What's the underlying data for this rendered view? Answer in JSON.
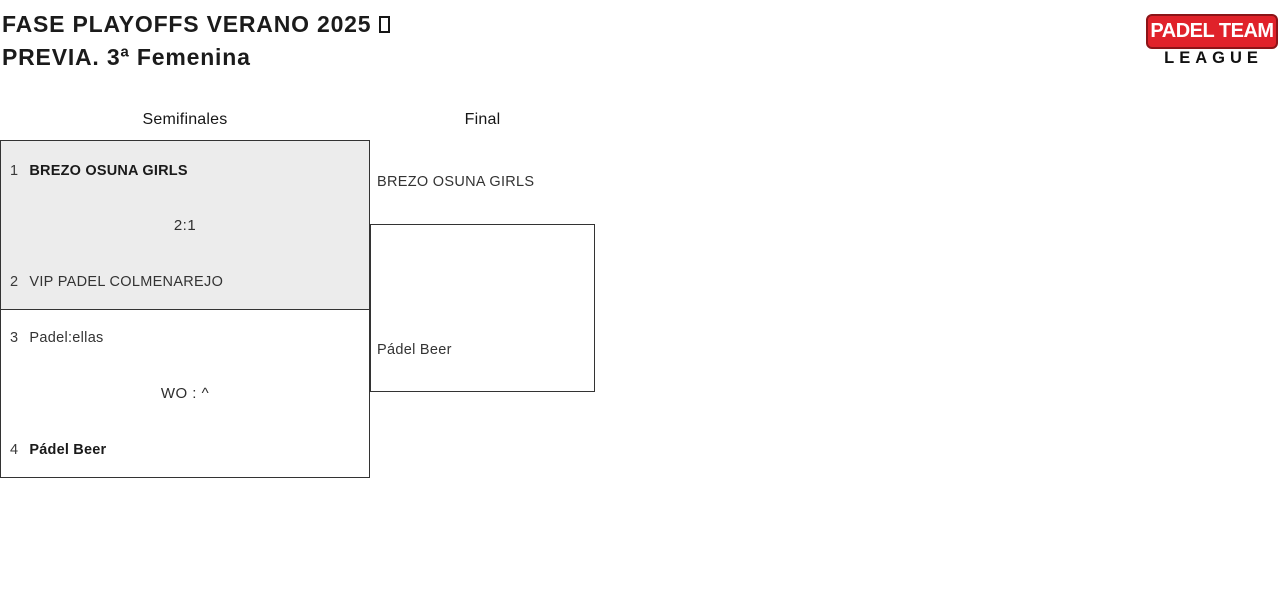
{
  "header": {
    "title_line1": "FASE PLAYOFFS VERANO 2025",
    "title_line2": "PREVIA. 3ª Femenina"
  },
  "logo": {
    "top_text": "PADEL TEAM",
    "bottom_text": "LEAGUE",
    "red_color": "#e0222a"
  },
  "bracket": {
    "round_labels": {
      "semifinals": "Semifinales",
      "final": "Final"
    },
    "semifinals": [
      {
        "teams": [
          {
            "seed": "1",
            "name": "BREZO OSUNA GIRLS",
            "winner": true
          },
          {
            "seed": "2",
            "name": "VIP PADEL COLMENAREJO",
            "winner": false
          }
        ],
        "score": "2:1"
      },
      {
        "teams": [
          {
            "seed": "3",
            "name": "Padel:ellas",
            "winner": false
          },
          {
            "seed": "4",
            "name": "Pádel Beer",
            "winner": true
          }
        ],
        "score": "WO : ^"
      }
    ],
    "final": {
      "teams": [
        {
          "name": "BREZO OSUNA GIRLS"
        },
        {
          "name": "Pádel Beer"
        }
      ]
    }
  },
  "colors": {
    "match_fill_gray": "#ececec",
    "border": "#333333",
    "logo_red": "#e0222a",
    "text_dark": "#1b1b1b"
  }
}
